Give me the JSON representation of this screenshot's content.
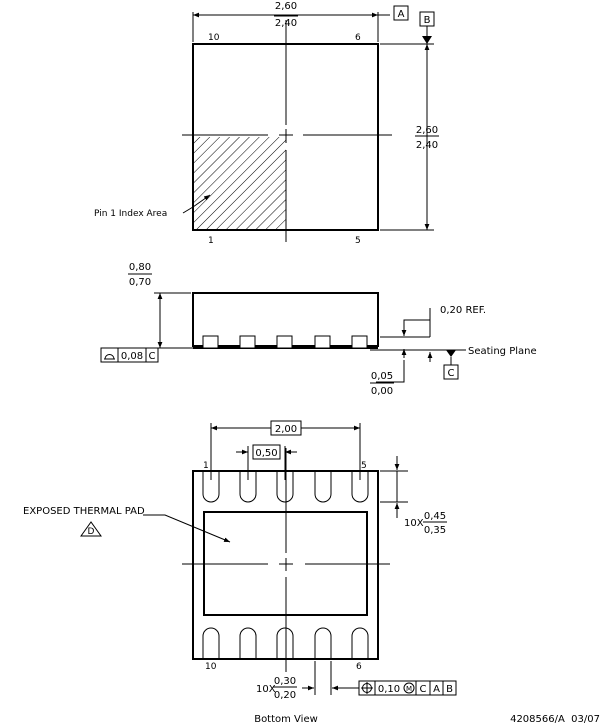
{
  "top_view": {
    "width_max": "2,60",
    "width_min": "2,40",
    "height_max": "2,60",
    "height_min": "2,40",
    "datum_a": "A",
    "datum_b": "B",
    "pin_top_left": "10",
    "pin_top_right": "6",
    "pin_bottom_left": "1",
    "pin_bottom_right": "5",
    "pin1_label": "Pin 1 Index Area"
  },
  "side_view": {
    "height_max": "0,80",
    "height_min": "0,70",
    "lead_thickness": "0,20 REF.",
    "standoff_max": "0,05",
    "standoff_min": "0,00",
    "flatness_value": "0,08",
    "flatness_datum": "C",
    "seating_plane": "Seating Plane",
    "datum_c": "C"
  },
  "bottom_view": {
    "span": "2,00",
    "pitch": "0,50",
    "pin_top_left": "1",
    "pin_top_right": "5",
    "pin_bottom_left": "10",
    "pin_bottom_right": "6",
    "pad_label": "EXPOSED THERMAL PAD",
    "note_letter": "D",
    "lead_length_count": "10X",
    "lead_length_max": "0,45",
    "lead_length_min": "0,35",
    "lead_width_count": "10X",
    "lead_width_max": "0,30",
    "lead_width_min": "0,20",
    "position_tolerance": "0,10",
    "mmc_symbol": "M",
    "datum_1": "C",
    "datum_2": "A",
    "datum_3": "B",
    "view_title": "Bottom View"
  },
  "drawing_number": "4208566/A  03/07"
}
